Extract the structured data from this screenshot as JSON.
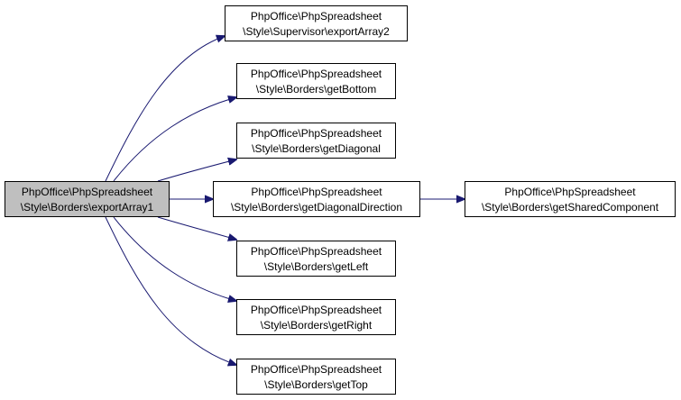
{
  "diagram": {
    "edge_color": "#191970",
    "root": {
      "line1": "PhpOffice\\PhpSpreadsheet",
      "line2": "\\Style\\Borders\\exportArray1",
      "fill": "#bfbfbf"
    },
    "nodes": [
      {
        "line1": "PhpOffice\\PhpSpreadsheet",
        "line2": "\\Style\\Supervisor\\exportArray2"
      },
      {
        "line1": "PhpOffice\\PhpSpreadsheet",
        "line2": "\\Style\\Borders\\getBottom"
      },
      {
        "line1": "PhpOffice\\PhpSpreadsheet",
        "line2": "\\Style\\Borders\\getDiagonal"
      },
      {
        "line1": "PhpOffice\\PhpSpreadsheet",
        "line2": "\\Style\\Borders\\getDiagonalDirection"
      },
      {
        "line1": "PhpOffice\\PhpSpreadsheet",
        "line2": "\\Style\\Borders\\getSharedComponent"
      },
      {
        "line1": "PhpOffice\\PhpSpreadsheet",
        "line2": "\\Style\\Borders\\getLeft"
      },
      {
        "line1": "PhpOffice\\PhpSpreadsheet",
        "line2": "\\Style\\Borders\\getRight"
      },
      {
        "line1": "PhpOffice\\PhpSpreadsheet",
        "line2": "\\Style\\Borders\\getTop"
      }
    ],
    "edges": [
      {
        "from": "root",
        "to": 0
      },
      {
        "from": "root",
        "to": 1
      },
      {
        "from": "root",
        "to": 2
      },
      {
        "from": "root",
        "to": 3
      },
      {
        "from": 3,
        "to": 4
      },
      {
        "from": "root",
        "to": 5
      },
      {
        "from": "root",
        "to": 6
      },
      {
        "from": "root",
        "to": 7
      }
    ]
  }
}
